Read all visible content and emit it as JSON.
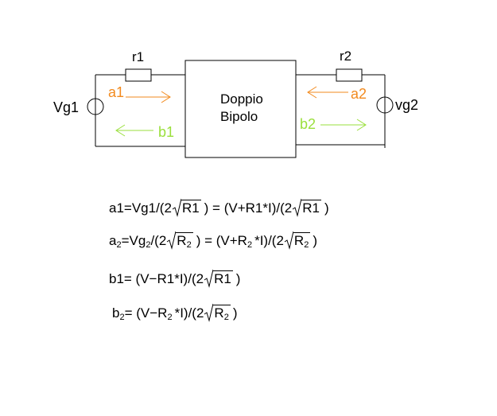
{
  "diagram": {
    "block_label_line1": "Doppio",
    "block_label_line2": "Bipolo",
    "r1_label": "r1",
    "r2_label": "r2",
    "vg1_label": "Vg1",
    "vg2_label": "vg2",
    "a1_label": "a1",
    "b1_label": "b1",
    "a2_label": "a2",
    "b2_label": "b2"
  },
  "colors": {
    "wire": "#000000",
    "a_wave": "#f28a1e",
    "b_wave": "#9adf3c"
  },
  "equations": {
    "eq1": {
      "lhs": "a1=Vg1/(2",
      "r1": "R1",
      "mid": ") = (V+R1*I)/(2",
      "r2": "R1",
      "end": ")"
    },
    "eq2": {
      "a": "a",
      "a_sub": "2",
      "mid1": "=Vg",
      "vg_sub": "2",
      "mid2": "/(2",
      "rad1": "R",
      "rad1_sub": "2",
      "mid3": ") = (V+R",
      "r_sub": "2",
      "mid4": "*I)/(2",
      "rad2": "R",
      "rad2_sub": "2",
      "end": ")"
    },
    "eq3": {
      "lhs": "b1= (V−R1*I)/(2",
      "rad": "R1",
      "end": ")"
    },
    "eq4": {
      "b": "b",
      "b_sub": "2",
      "mid1": "= (V−R",
      "r_sub": "2",
      "mid2": "*I)/(2",
      "rad": "R",
      "rad_sub": "2",
      "end": ")"
    }
  }
}
